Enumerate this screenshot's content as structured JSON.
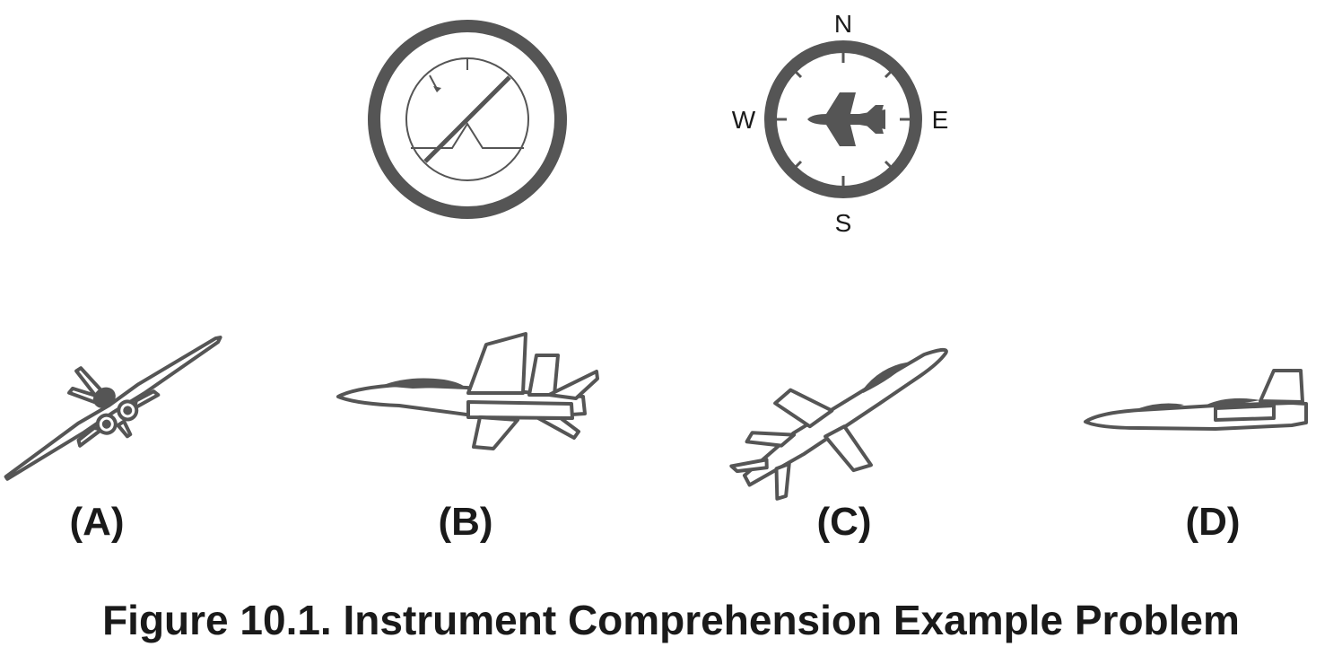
{
  "instruments": {
    "attitude_indicator": {
      "name": "artificial-horizon"
    },
    "compass": {
      "north": "N",
      "south": "S",
      "east": "E",
      "west": "W"
    }
  },
  "options": [
    {
      "label": "(A)"
    },
    {
      "label": "(B)"
    },
    {
      "label": "(C)"
    },
    {
      "label": "(D)"
    }
  ],
  "caption": "Figure 10.1. Instrument Comprehension Example Problem",
  "colors": {
    "instrument_gray": "#555555",
    "text": "#1a1a1a",
    "background": "#ffffff"
  }
}
